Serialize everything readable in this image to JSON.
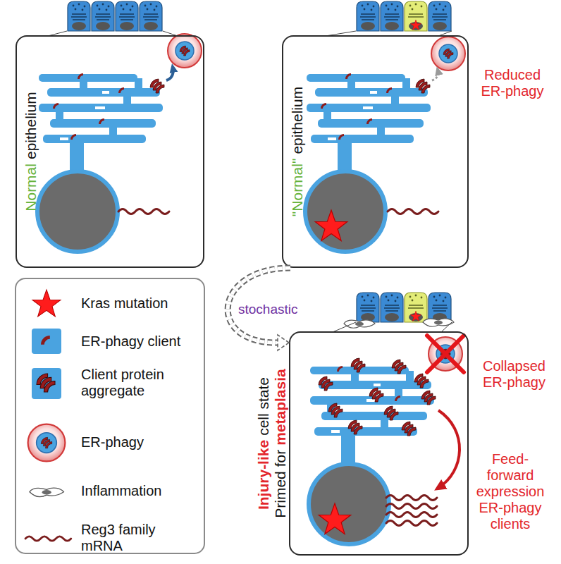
{
  "diagram": {
    "nodes": [
      {
        "text": [
          "Normal",
          "epithelium"
        ]
      },
      {
        "text": [
          "\"Normal\"",
          "epithelium"
        ]
      },
      {
        "text": [
          "Injury-like",
          "cell state",
          "Primed for",
          "metaplasia"
        ]
      }
    ],
    "edges": [
      {
        "from": 1,
        "to": 2,
        "arrow": "to",
        "label": "stochastic"
      }
    ],
    "labels": [
      "Reduced ER-phagy",
      "Collapsed ER-phagy",
      "Feed-forward expression ER-phagy clients"
    ],
    "legend": [
      {
        "text": "Kras mutation"
      },
      {
        "text": "ER-phagy client"
      },
      {
        "text": "Client protein aggregate"
      },
      {
        "text": "ER-phagy"
      },
      {
        "text": "Inflammation"
      },
      {
        "text": "Reg3 family mRNA"
      }
    ]
  }
}
